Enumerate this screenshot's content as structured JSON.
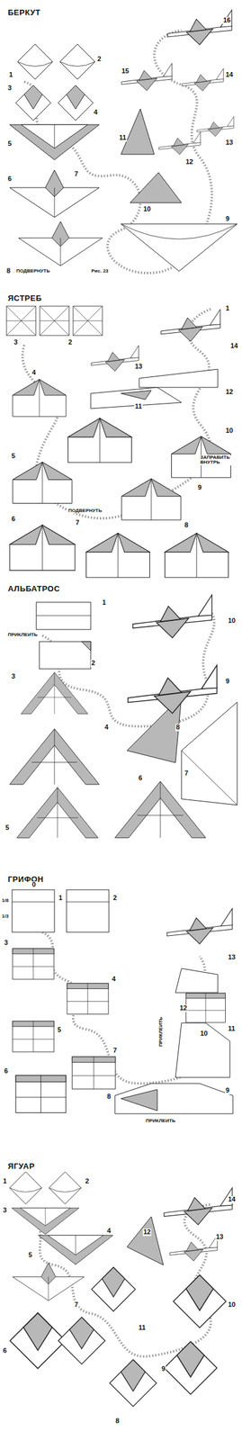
{
  "diagram": {
    "labels": [
      "БЕРКУТ",
      "16",
      "1",
      "2",
      "3",
      "4",
      "15",
      "14",
      "5",
      "11",
      "12",
      "13",
      "6",
      "7",
      "10",
      "9",
      "8",
      "ПОДВЕРНУТЬ",
      "Рис. 23",
      "ЯСТРЕБ",
      "1",
      "14",
      "3",
      "2",
      "4",
      "13",
      "12",
      "11",
      "10",
      "5",
      "ЗАПРАВИТЬ ВНУТРЬ",
      "9",
      "ПОДВЕРНУТЬ",
      "6",
      "7",
      "8",
      "АЛЬБАТРОС",
      "1",
      "10",
      "ПРИКЛЕИТЬ",
      "2",
      "3",
      "9",
      "4",
      "8",
      "7",
      "6",
      "5",
      "ГРИФОН",
      "0",
      "1/8",
      "1/3",
      "1",
      "2",
      "13",
      "3",
      "4",
      "12",
      "11",
      "ПРИКЛЕИТЬ",
      "10",
      "5",
      "7",
      "6",
      "8",
      "9",
      "ПРИКЛЕИТЬ",
      "ЯГУАР",
      "1",
      "2",
      "14",
      "3",
      "12",
      "4",
      "13",
      "5",
      "10",
      "11",
      "7",
      "6",
      "9",
      "8"
    ]
  }
}
